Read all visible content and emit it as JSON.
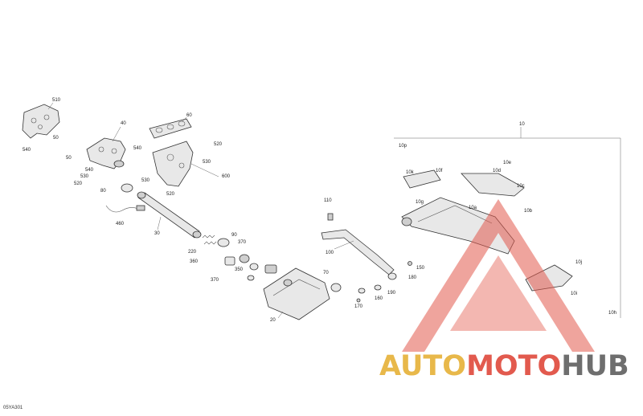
{
  "diagram_code": "05YA301",
  "watermark": {
    "part1": "AUTO",
    "part2": "MOTO",
    "part3": "HUB",
    "color1": "#e8b84a",
    "color2": "#e25a4e",
    "color3": "#6e6e6e"
  },
  "callouts": {
    "c510": "510",
    "c540a": "540",
    "c40": "40",
    "c50a": "50",
    "c50b": "50",
    "c540b": "540",
    "c60": "60",
    "c520a": "520",
    "c530a": "530",
    "c540c": "540",
    "c530b": "530",
    "c520b": "520",
    "c600": "600",
    "c530c": "530",
    "c520c": "520",
    "c80": "80",
    "c460": "460",
    "c30": "30",
    "c220": "220",
    "c90": "90",
    "c370a": "370",
    "c360": "360",
    "c350": "350",
    "c370b": "370",
    "c20": "20",
    "c70": "70",
    "c110": "110",
    "c100": "100",
    "c150": "150",
    "c180": "180",
    "c160": "160",
    "c190": "190",
    "c170": "170",
    "c10": "10",
    "c10p": "10p",
    "c10k": "10k",
    "c10f": "10f",
    "c10e": "10e",
    "c10d": "10d",
    "c10c": "10c",
    "c10g": "10g",
    "c10a": "10a",
    "c10b": "10b",
    "c10j": "10j",
    "c10i": "10i",
    "c10h": "10h"
  }
}
